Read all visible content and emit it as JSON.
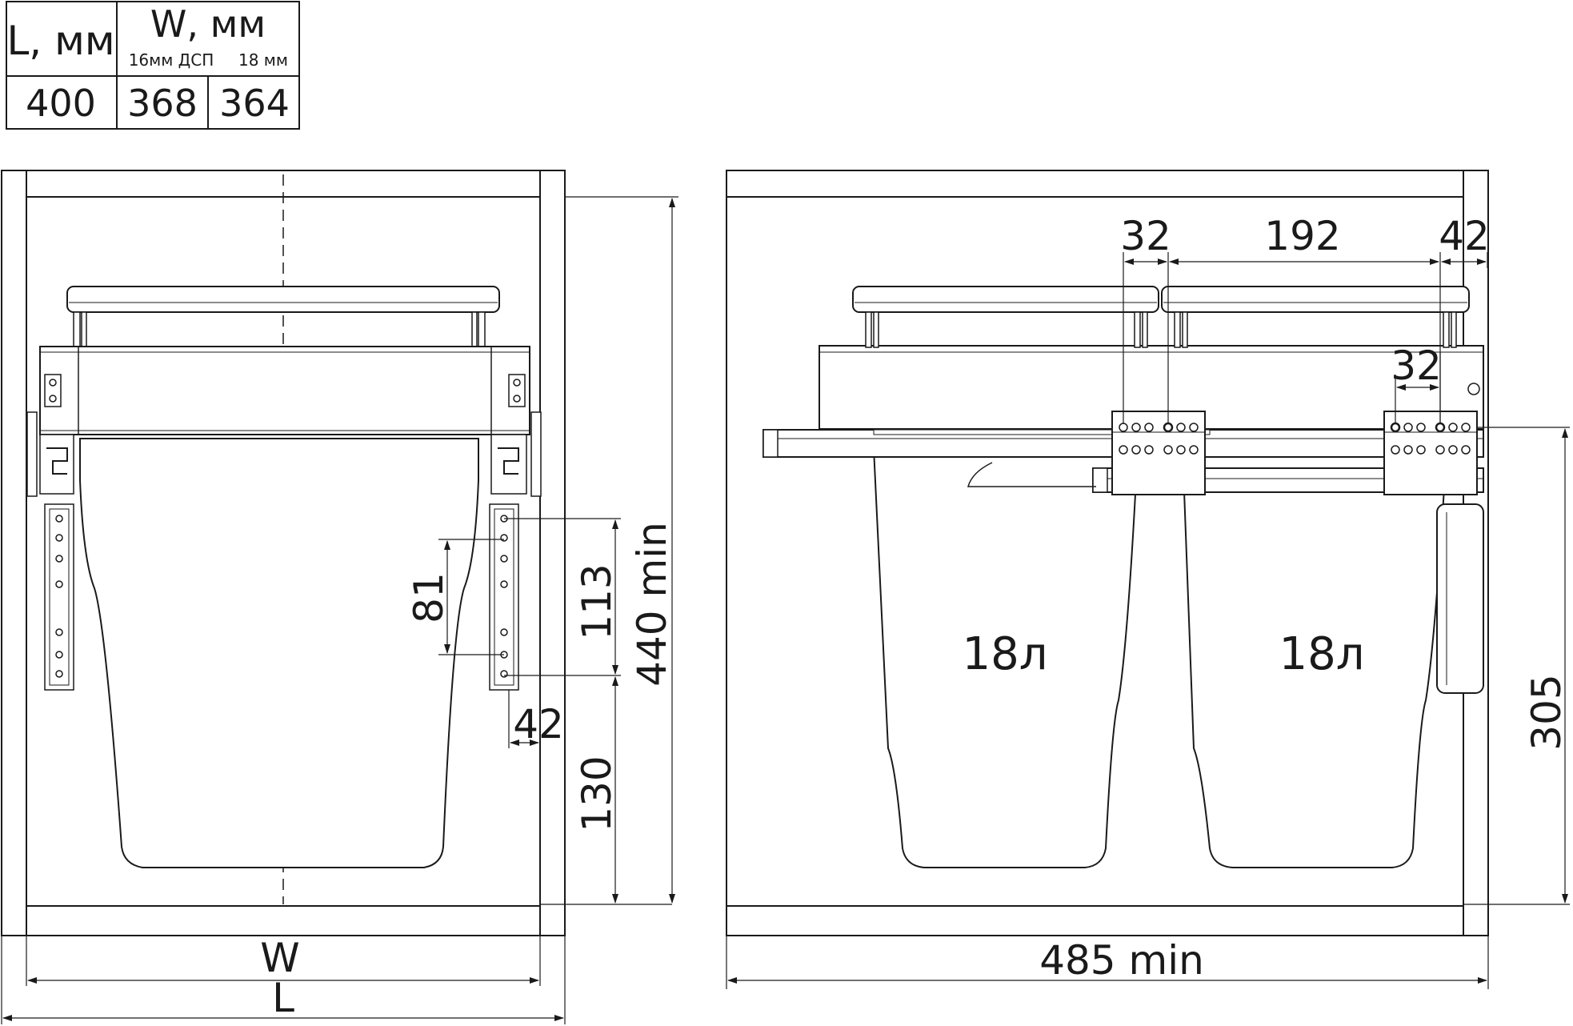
{
  "size_table": {
    "header_l": "L, мм",
    "header_w": "W, мм",
    "sub_16": "16мм ДСП",
    "sub_18": "18 мм",
    "value_l": "400",
    "value_w16": "368",
    "value_w18": "364"
  },
  "front_view": {
    "dim_81": "81",
    "dim_113": "113",
    "dim_440": "440 min",
    "dim_42": "42",
    "dim_130": "130",
    "label_w": "W",
    "label_l": "L"
  },
  "side_view": {
    "dim_32_top": "32",
    "dim_192": "192",
    "dim_42_top": "42",
    "dim_32_mid": "32",
    "bin_left": "18л",
    "bin_right": "18л",
    "dim_305": "305",
    "dim_485": "485 min"
  }
}
